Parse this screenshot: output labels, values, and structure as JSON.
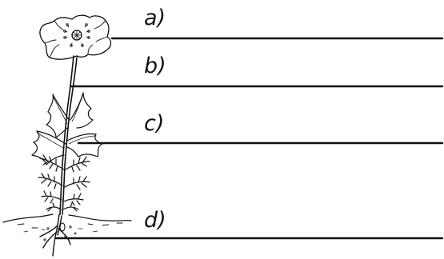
{
  "labels": {
    "a": "a)",
    "b": "b)",
    "c": "c)",
    "d": "d)"
  },
  "colors": {
    "ink": "#111111",
    "background": "#ffffff"
  }
}
